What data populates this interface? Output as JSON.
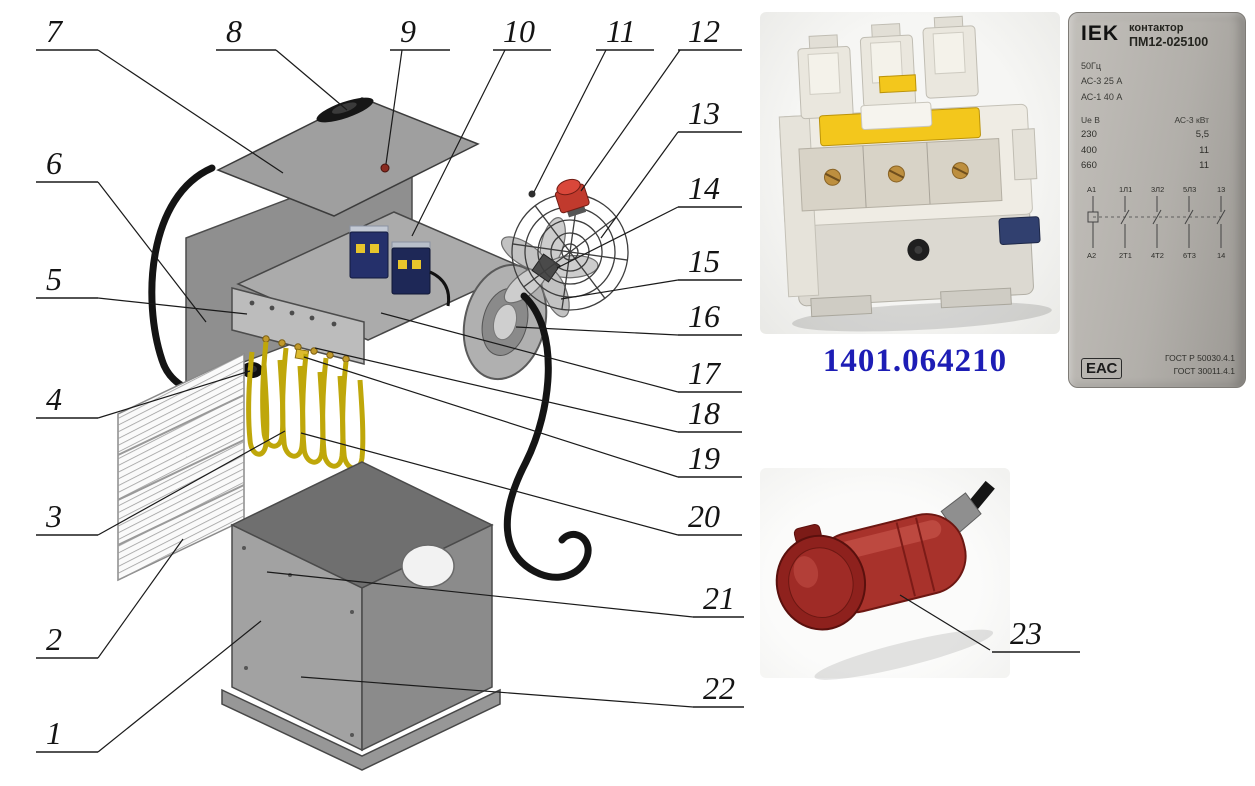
{
  "diagram": {
    "callouts": [
      {
        "label": "1"
      },
      {
        "label": "2"
      },
      {
        "label": "3"
      },
      {
        "label": "4"
      },
      {
        "label": "5"
      },
      {
        "label": "6"
      },
      {
        "label": "7"
      },
      {
        "label": "8"
      },
      {
        "label": "9"
      },
      {
        "label": "10"
      },
      {
        "label": "11"
      },
      {
        "label": "12"
      },
      {
        "label": "13"
      },
      {
        "label": "14"
      },
      {
        "label": "15"
      },
      {
        "label": "16"
      },
      {
        "label": "17"
      },
      {
        "label": "18"
      },
      {
        "label": "19"
      },
      {
        "label": "20"
      },
      {
        "label": "21"
      },
      {
        "label": "22"
      },
      {
        "label": "23"
      }
    ]
  },
  "product": {
    "part_number": "1401.064210"
  },
  "nameplate": {
    "brand": "IEK",
    "type_label": "контактор",
    "model": "ПМ12-025100",
    "freq": "50Гц",
    "current_ac3": "АС-3   25 А",
    "current_ac1": "АС-1   40 А",
    "table": {
      "col1": "Uе  В",
      "col2": "АС-3 кВт",
      "rows": [
        [
          "230",
          "5,5"
        ],
        [
          "400",
          "11"
        ],
        [
          "660",
          "11"
        ]
      ]
    },
    "terminals_top": [
      "А1",
      "1Л1",
      "3Л2",
      "5Л3",
      "13"
    ],
    "terminals_bottom": [
      "А2",
      "2Т1",
      "4Т2",
      "6Т3",
      "14"
    ],
    "cert1": "ГОСТ Р 50030.4.1",
    "cert2": "ГОСТ 30011.4.1",
    "eac": "ЕАС"
  }
}
